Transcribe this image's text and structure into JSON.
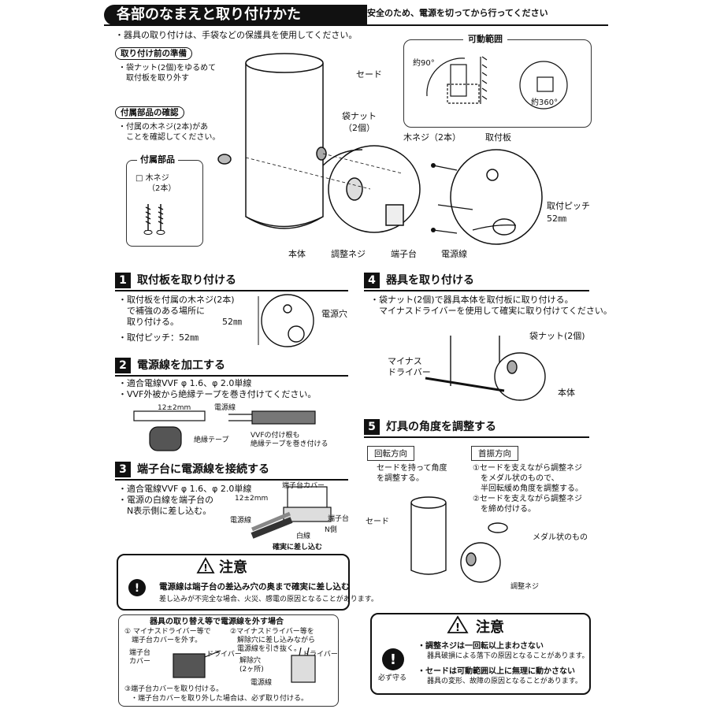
{
  "header": {
    "title": "各部のなまえと取り付けかた",
    "safety": "安全のため、電源を切ってから行ってください",
    "note": "・器具の取り付けは、手袋などの保護具を使用してください。"
  },
  "prep": {
    "label": "取り付け前の準備",
    "text": "・袋ナット(2個)をゆるめて\n　取付板を取り外す"
  },
  "accessory_check": {
    "label": "付属部品の確認",
    "text": "・付属の木ネジ(2本)があ\n　ことを確認してください。"
  },
  "accessories": {
    "title": "付属部品",
    "item": "□ 木ネジ\n　　（2本）"
  },
  "range": {
    "title": "可動範囲",
    "angle90": "約90°",
    "angle360": "約360°"
  },
  "parts": {
    "shade": "セード",
    "cap_nut": "袋ナット\n（2個）",
    "wood_screw": "木ネジ（2本）",
    "mount_plate": "取付板",
    "pitch": "取付ピッチ\n52㎜",
    "body": "本体",
    "adjust_screw": "調整ネジ",
    "terminal": "端子台",
    "power_wire": "電源線"
  },
  "step1": {
    "num": "1",
    "title": "取付板を取り付ける",
    "text": "・取付板を付属の木ネジ(2本)\n　で補強のある場所に\n　取り付ける。",
    "pitch_text": "・取付ピッチ：52㎜",
    "dim": "52㎜",
    "hole": "電源穴"
  },
  "step2": {
    "num": "2",
    "title": "電源線を加工する",
    "text": "・適合電線VVF φ 1.6、φ 2.0単線\n・VVF外被から絶縁テープを巻き付けてください。",
    "strip": "12±2mm",
    "wire": "電源線",
    "tape": "絶縁テープ",
    "wrap": "VVFの付け根も\n絶縁テープを巻き付ける"
  },
  "step3": {
    "num": "3",
    "title": "端子台に電源線を接続する",
    "text": "・適合電線VVF φ 1.6、φ 2.0単線\n・電源の白線を端子台の\n　N表示側に差し込む。",
    "cover": "端子台カバー",
    "strip": "12±2mm",
    "wire": "電源線",
    "terminal": "端子台",
    "n_side": "N側",
    "white": "白線",
    "insert": "確実に差し込む"
  },
  "step4": {
    "num": "4",
    "title": "器具を取り付ける",
    "text": "・袋ナット(2個)で器具本体を取付板に取り付ける。\n　マイナスドライバーを使用して確実に取り付けてください。",
    "cap_nut": "袋ナット(2個)",
    "driver": "マイナス\nドライバー",
    "body": "本体"
  },
  "step5": {
    "num": "5",
    "title": "灯具の角度を調整する",
    "rotate_label": "回転方向",
    "rotate_text": "セードを持って角度\nを調整する。",
    "swing_label": "首振方向",
    "swing_text": "①セードを支えながら調整ネジ\n　をメダル状のもので、\n　半回転緩め角度を調整する。\n②セードを支えながら調整ネジ\n　を締め付ける。",
    "shade": "セード",
    "medal": "メダル状のもの",
    "adjust_screw": "調整ネジ"
  },
  "caution1": {
    "title": "注意",
    "main": "電源線は端子台の差込み穴の奥まで確実に差し込む",
    "sub": "差し込みが不完全な場合、火災、感電の原因となることがあります。"
  },
  "removal": {
    "title": "器具の取り替え等で電源線を外す場合",
    "s1": "① マイナスドライバー等で\n　端子台カバーを外す。",
    "s2": "②マイナスドライバー等を\n　解除穴に差し込みながら\n　電源線を引き抜く。",
    "s3": "③端子台カバーを取り付ける。",
    "s3note": "・端子台カバーを取り外した場合は、必ず取り付ける。",
    "cover": "端子台\nカバー",
    "driver": "ドライバー",
    "release": "解除穴\n(2ヶ所)",
    "wire": "電源線"
  },
  "caution2": {
    "title": "注意",
    "must": "必ず守る",
    "p1": "・調整ネジは一回転以上まわさない",
    "p1sub": "器具破損による落下の原因となることがあります。",
    "p2": "・セードは可動範囲以上に無理に動かさない",
    "p2sub": "器具の変形、故障の原因となることがあります。"
  }
}
